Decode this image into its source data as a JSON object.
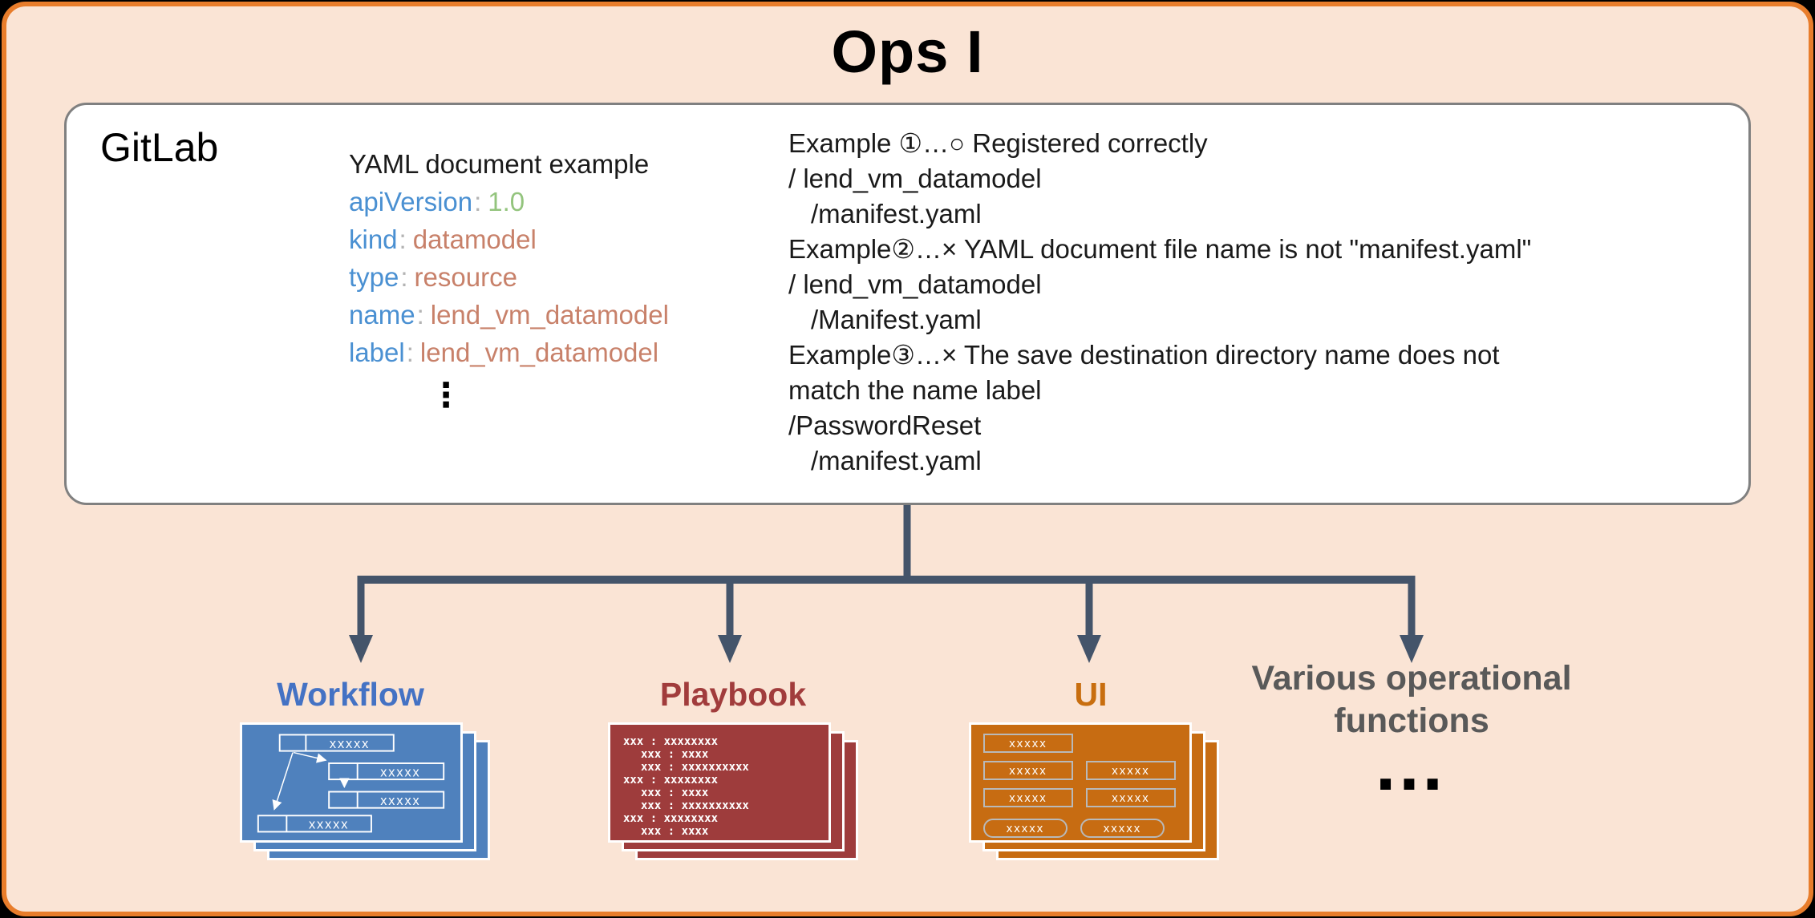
{
  "title": "Ops I",
  "panel": {
    "gitlab_label": "GitLab",
    "yaml": {
      "header": "YAML document example",
      "separator": ":",
      "entries": [
        {
          "key": "apiVersion",
          "value": "1.0",
          "kind": "number"
        },
        {
          "key": "kind",
          "value": "datamodel",
          "kind": "string"
        },
        {
          "key": "type",
          "value": "resource",
          "kind": "string"
        },
        {
          "key": "name",
          "value": "lend_vm_datamodel",
          "kind": "string"
        },
        {
          "key": "label",
          "value": "lend_vm_datamodel",
          "kind": "string"
        }
      ],
      "ellipsis": "⋮"
    },
    "examples": [
      {
        "text": "Example ①…○ Registered correctly",
        "indent": 0
      },
      {
        "text": "/ lend_vm_datamodel",
        "indent": 0
      },
      {
        "text": "/manifest.yaml",
        "indent": 1
      },
      {
        "text": "Example②…× YAML document file name is not \"manifest.yaml\"",
        "indent": 0
      },
      {
        "text": "/ lend_vm_datamodel",
        "indent": 0
      },
      {
        "text": "/Manifest.yaml",
        "indent": 1
      },
      {
        "text": "Example③…× The save destination directory name does not",
        "indent": 0
      },
      {
        "text": "match the name label",
        "indent": 0
      },
      {
        "text": "/PasswordReset",
        "indent": 0
      },
      {
        "text": "/manifest.yaml",
        "indent": 1
      }
    ]
  },
  "branches": {
    "workflow": {
      "label": "Workflow",
      "bars": [
        "xxxxx",
        "xxxxx",
        "xxxxx",
        "xxxxx"
      ]
    },
    "playbook": {
      "label": "Playbook",
      "lines": [
        {
          "text": "xxx : xxxxxxxx",
          "indent": 0
        },
        {
          "text": "xxx : xxxx",
          "indent": 1
        },
        {
          "text": "xxx : xxxxxxxxxx",
          "indent": 1
        },
        {
          "text": "xxx : xxxxxxxx",
          "indent": 0
        },
        {
          "text": "xxx : xxxx",
          "indent": 1
        },
        {
          "text": "xxx : xxxxxxxxxx",
          "indent": 1
        },
        {
          "text": "xxx : xxxxxxxx",
          "indent": 0
        },
        {
          "text": "xxx : xxxx",
          "indent": 1
        }
      ]
    },
    "ui": {
      "label": "UI",
      "fields": [
        "xxxxx",
        "xxxxx",
        "xxxxx",
        "xxxxx",
        "xxxxx"
      ],
      "buttons": [
        "xxxxx",
        "xxxxx"
      ]
    },
    "various": {
      "label": "Various operational functions",
      "more": "…"
    }
  },
  "colors": {
    "frame_border": "#E87D2B",
    "background": "#FAE4D5",
    "panel_border": "#808080",
    "connector": "#44546A",
    "yaml_key": "#4A90D2",
    "yaml_number": "#93C47D",
    "yaml_string": "#C8816A",
    "workflow_accent": "#4472C4",
    "workflow_fill": "#4F81BD",
    "playbook_accent": "#A13C3C",
    "playbook_fill": "#9E3C3C",
    "ui_accent": "#C86E0F",
    "ui_fill": "#C76C12",
    "various_text": "#595959"
  }
}
